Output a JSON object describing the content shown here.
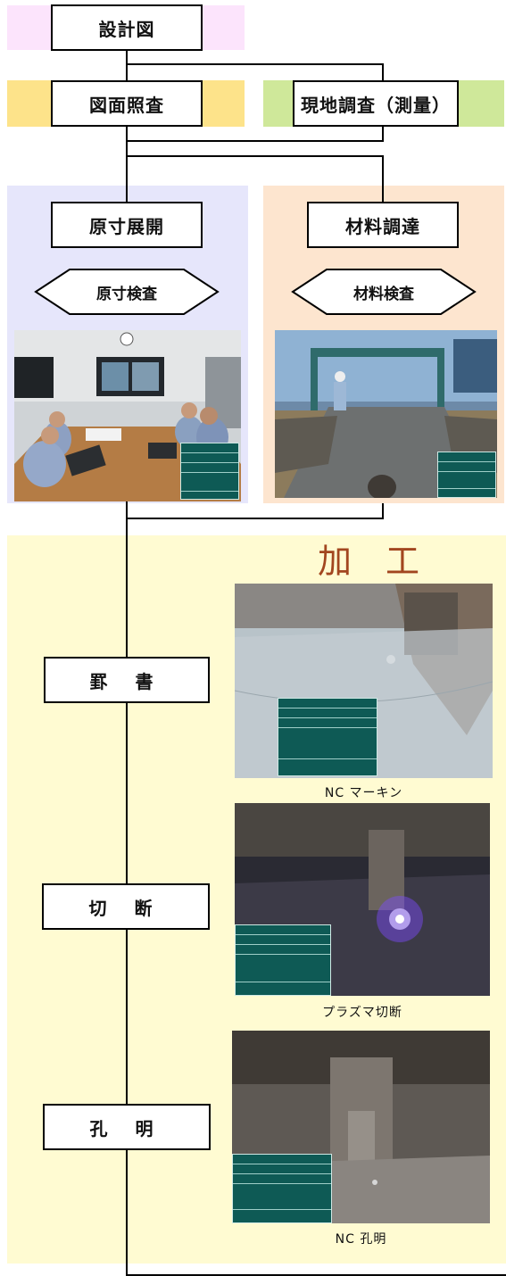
{
  "colors": {
    "pink": "#fce4fc",
    "yellow": "#fde38a",
    "green": "#cfe89a",
    "lavender": "#e6e6fb",
    "peach": "#fde5cf",
    "cream": "#fffbd2",
    "kako_text": "#a2461f",
    "table_green": "#0e5a55"
  },
  "flow": {
    "design_drawing": "設計図",
    "drawing_check": "図面照査",
    "site_survey": "現地調査（測量）",
    "fullsize_layout": "原寸展開",
    "fullsize_inspection": "原寸検査",
    "material_procurement": "材料調達",
    "material_inspection": "材料検査"
  },
  "processing": {
    "title": "加工",
    "steps": [
      {
        "label": "罫 書",
        "caption": "NC マーキン",
        "icon": "marking-photo"
      },
      {
        "label": "切 断",
        "caption": "プラズマ切断",
        "icon": "plasma-cutting-photo"
      },
      {
        "label": "孔 明",
        "caption": "NC 孔明",
        "icon": "drilling-photo"
      }
    ]
  }
}
